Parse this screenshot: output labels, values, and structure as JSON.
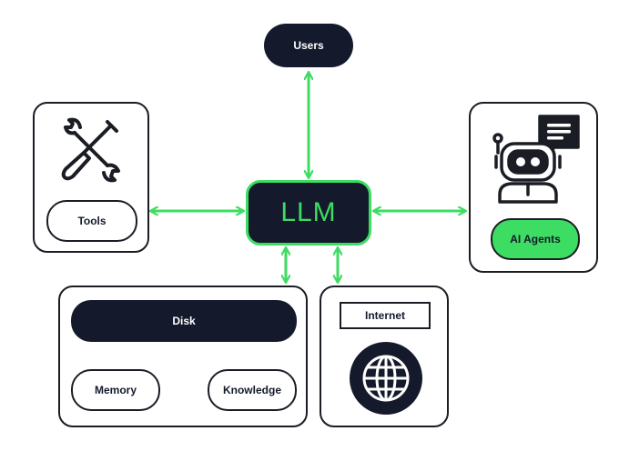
{
  "nodes": {
    "users": "Users",
    "llm": "LLM",
    "tools": "Tools",
    "ai_agents": "AI Agents",
    "disk": "Disk",
    "memory": "Memory",
    "knowledge": "Knowledge",
    "internet": "Internet"
  },
  "icons": {
    "tools": "tools-icon",
    "agent": "robot-chat-icon",
    "internet": "globe-icon"
  },
  "colors": {
    "accent": "#3ddc62",
    "dark": "#141a2b",
    "stroke": "#1b1d25"
  }
}
